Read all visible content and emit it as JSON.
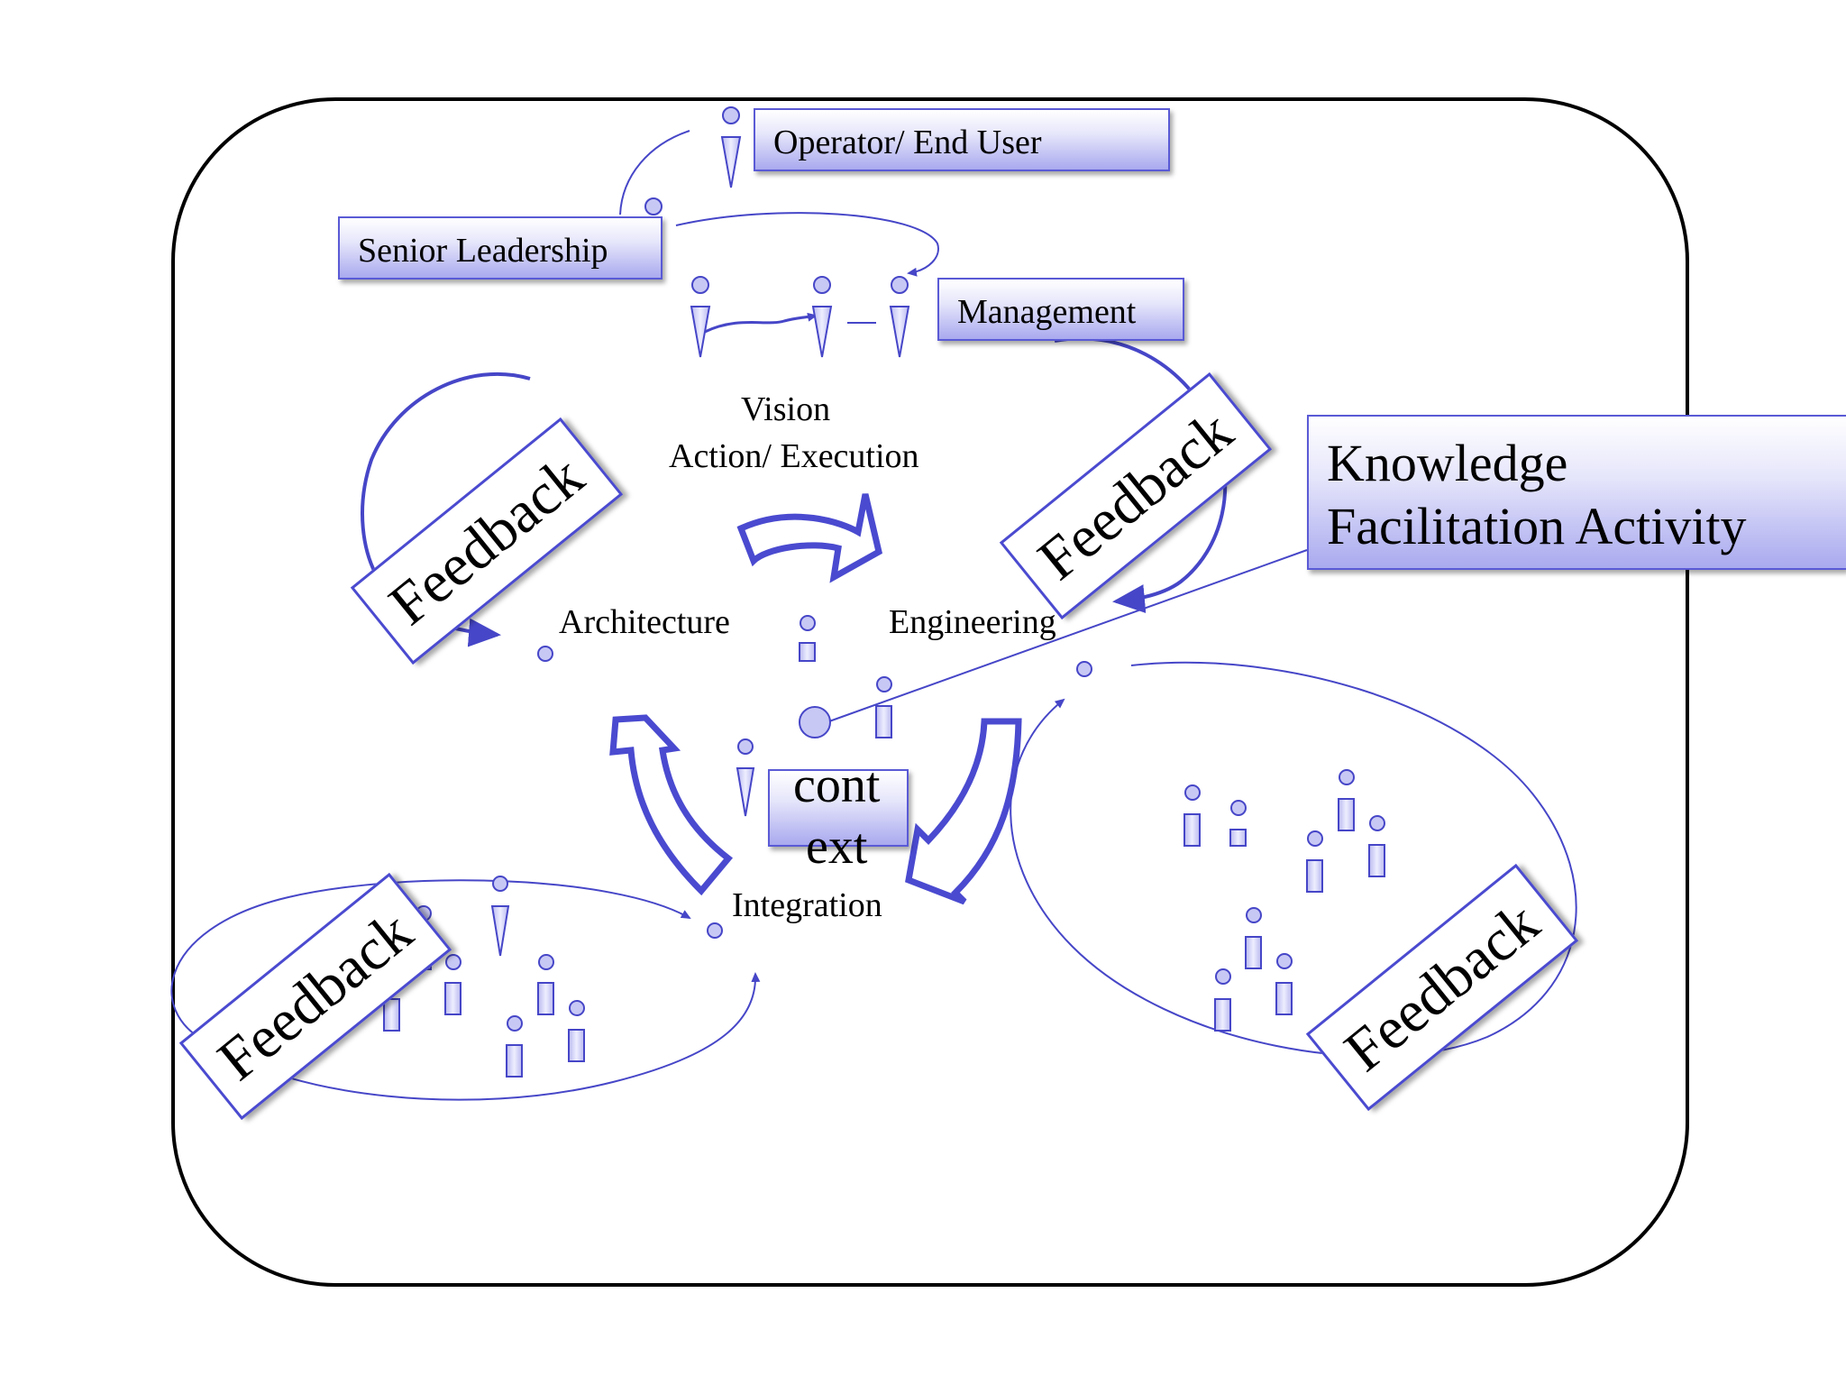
{
  "labels": {
    "operator": "Operator/ End User",
    "senior": "Senior Leadership",
    "management": "Management",
    "vision": "Vision",
    "action": "Action/ Execution",
    "architecture": "Architecture",
    "engineering": "Engineering",
    "integration": "Integration",
    "knowledge_line1": "Knowledge",
    "knowledge_line2": "Facilitation Activity",
    "context_line1": "cont",
    "context_line2": "ext"
  },
  "feedback": [
    "Feedback",
    "Feedback",
    "Feedback",
    "Feedback"
  ],
  "colors": {
    "accent": "#4a4ad0",
    "line": "#4646c8",
    "figure_fill": "#c8c8f5",
    "frame": "#000000"
  }
}
